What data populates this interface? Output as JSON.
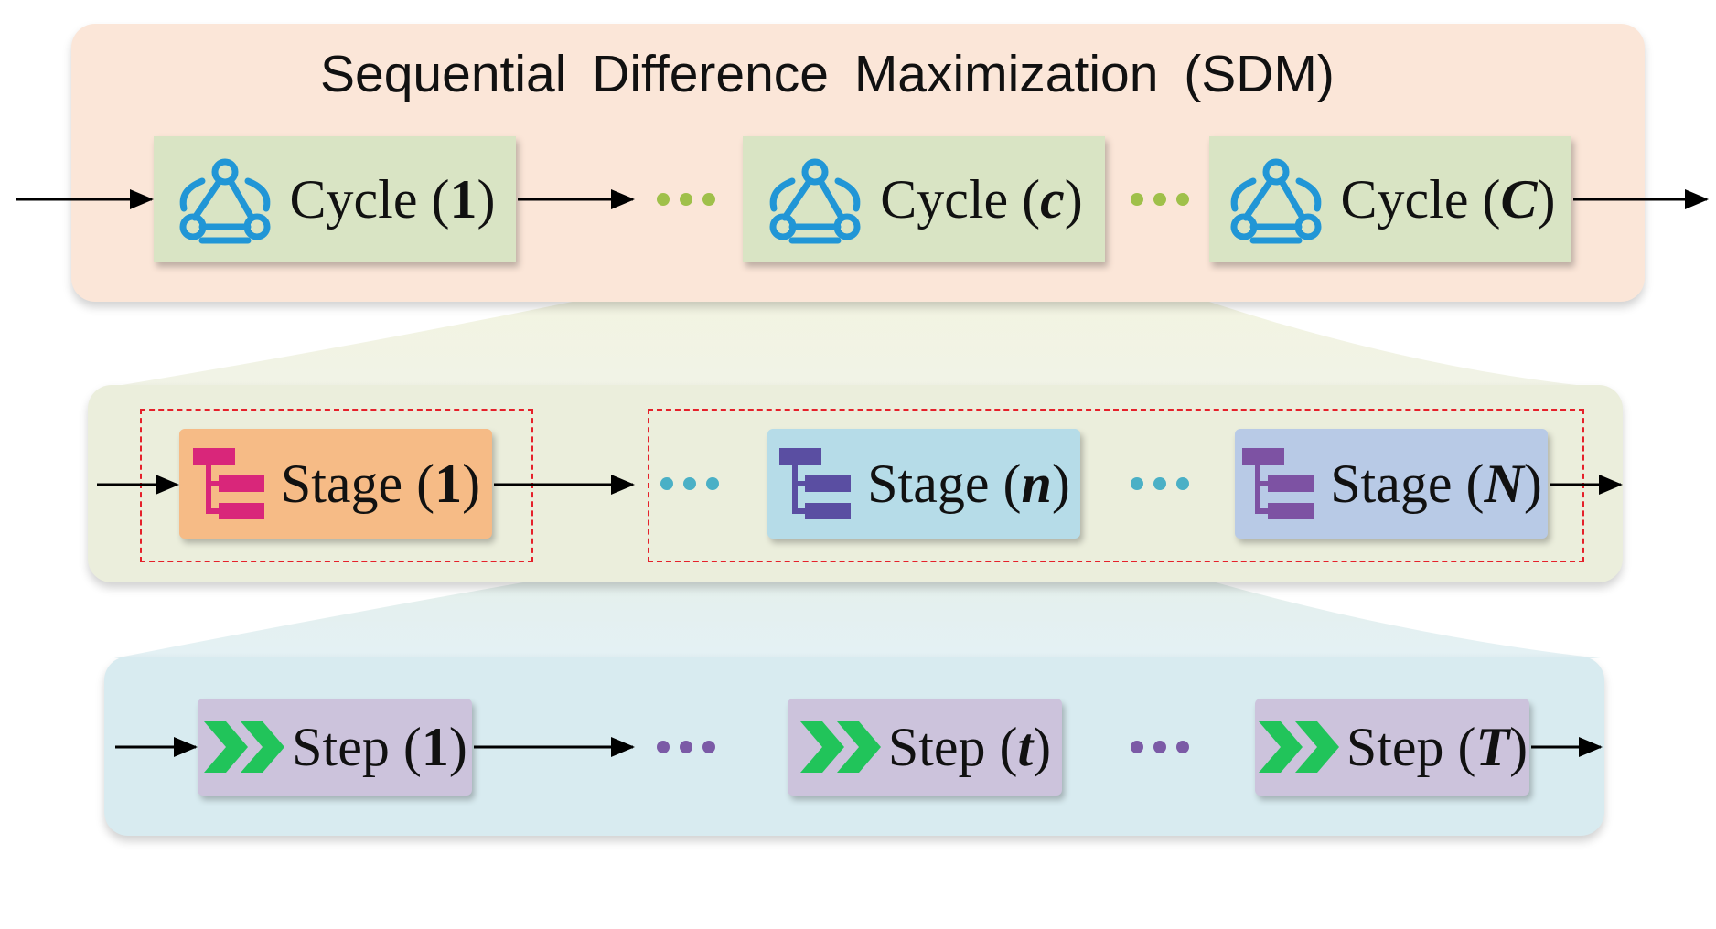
{
  "title": "Sequential  Difference  Maximization (SDM)",
  "cycles": [
    {
      "prefix": "Cycle (",
      "symbol": "1",
      "suffix": ")",
      "symbol_style": "bold"
    },
    {
      "prefix": "Cycle (",
      "symbol": "c",
      "suffix": ")",
      "symbol_style": "bold-italic"
    },
    {
      "prefix": "Cycle (",
      "symbol": "C",
      "suffix": ")",
      "symbol_style": "bold-italic"
    }
  ],
  "stages": [
    {
      "prefix": "Stage (",
      "symbol": "1",
      "suffix": ")",
      "symbol_style": "bold"
    },
    {
      "prefix": "Stage (",
      "symbol": "n",
      "suffix": ")",
      "symbol_style": "bold-italic"
    },
    {
      "prefix": "Stage (",
      "symbol": "N",
      "suffix": ")",
      "symbol_style": "bold-italic"
    }
  ],
  "steps": [
    {
      "prefix": "Step (",
      "symbol": "1",
      "suffix": ")",
      "symbol_style": "bold"
    },
    {
      "prefix": "Step (",
      "symbol": "t",
      "suffix": ")",
      "symbol_style": "bold-italic"
    },
    {
      "prefix": "Step (",
      "symbol": "T",
      "suffix": ")",
      "symbol_style": "bold-italic"
    }
  ],
  "icons": {
    "cycle": "webhook-cycle-icon",
    "stage": "hierarchy-tree-icon",
    "step": "double-chevron-right-icon"
  },
  "colors": {
    "cycle_panel": "#fbe6d8",
    "cycle_box": "#d9e4c4",
    "cycle_icon": "#2196d6",
    "cycle_dots": "#9fc04a",
    "stage_panel": "#ebeedc",
    "stage_box_1": "#f6bb86",
    "stage_box_n": "#b6dce8",
    "stage_box_N": "#b8cae6",
    "stage_icon_1": "#d9267a",
    "stage_icon_n": "#5a4ea2",
    "stage_icon_N": "#7d52a3",
    "stage_dots": "#4ab0c6",
    "stage_dashed": "#e5202a",
    "step_panel": "#d8ebf0",
    "step_box": "#ccc3dc",
    "step_icon": "#21c45a",
    "step_dots": "#7b5aa6"
  }
}
